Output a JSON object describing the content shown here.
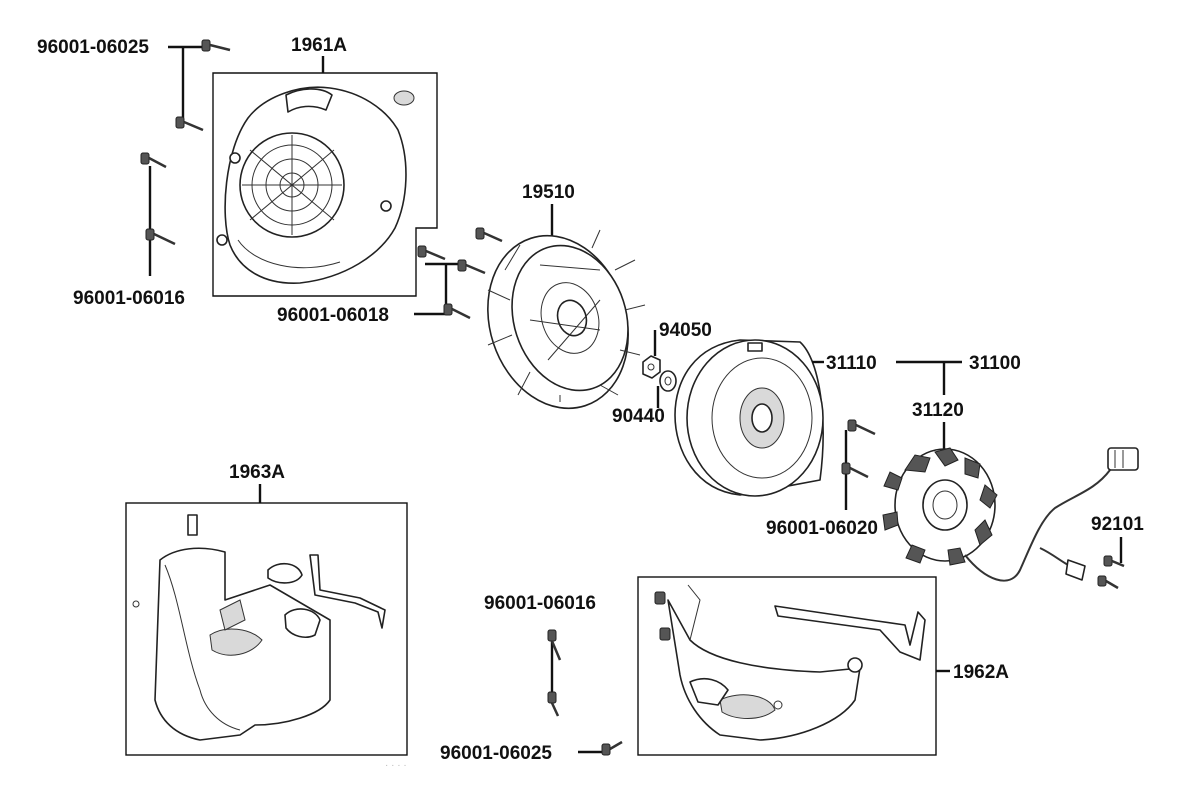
{
  "labels": {
    "fan_cover": "1961A",
    "fan_cover_screw_top": "96001-06025",
    "fan_cover_screw_left": "96001-06016",
    "fan_screws": "96001-06018",
    "fan": "19510",
    "nut": "94050",
    "washer": "90440",
    "flywheel_rotor": "31110",
    "alternator_assy": "31100",
    "stator": "31120",
    "stator_screws": "96001-06020",
    "pulser_screws": "92101",
    "shroud_box": "1963A",
    "lower_cover_screw_top": "96001-06016",
    "lower_cover_screw_bottom": "96001-06025",
    "lower_cover": "1962A"
  },
  "colors": {
    "line": "#111111",
    "background": "#ffffff"
  }
}
